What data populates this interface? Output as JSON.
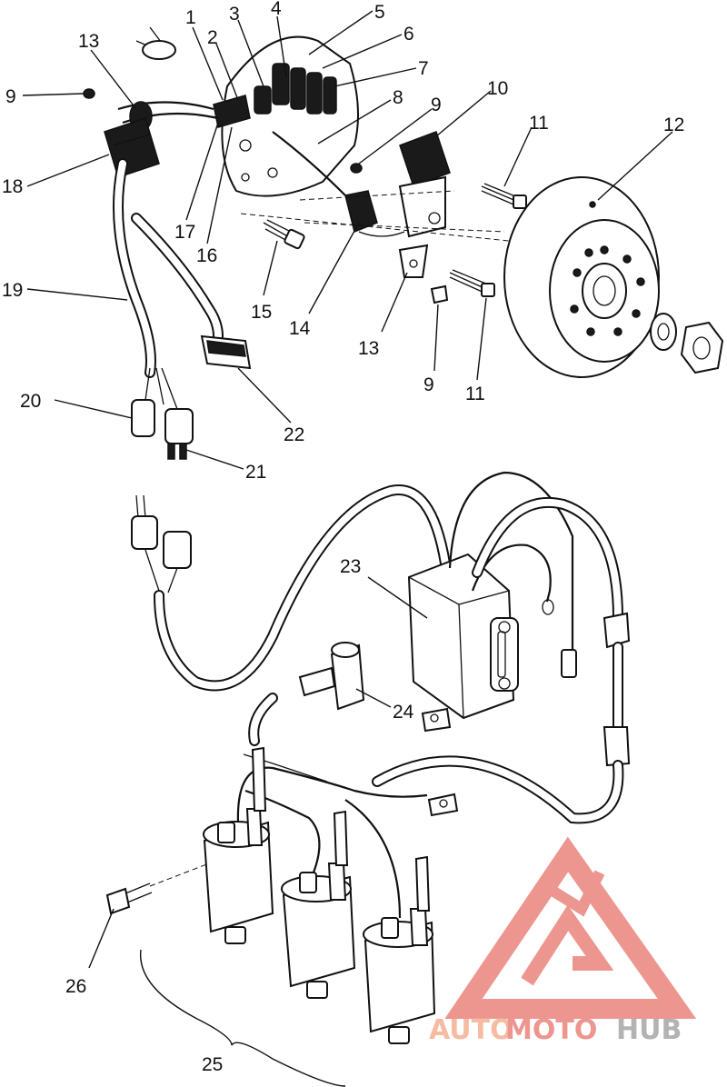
{
  "callouts": {
    "c1": "1",
    "c2": "2",
    "c3": "3",
    "c4": "4",
    "c5": "5",
    "c6": "6",
    "c7": "7",
    "c8": "8",
    "c9a": "9",
    "c9b": "9",
    "c9c": "9",
    "c10": "10",
    "c11a": "11",
    "c11b": "11",
    "c12": "12",
    "c13a": "13",
    "c13b": "13",
    "c14": "14",
    "c15": "15",
    "c16": "16",
    "c17": "17",
    "c18": "18",
    "c19": "19",
    "c20": "20",
    "c21": "21",
    "c22": "22",
    "c23": "23",
    "c24": "24",
    "c25": "25",
    "c26": "26"
  },
  "watermark": {
    "part1": "AUTO",
    "part2": "MOTO",
    "part3": "HUB",
    "color_primary": "#f4a582",
    "color_accent": "#e8736b",
    "color_secondary": "#9a9a9a"
  }
}
